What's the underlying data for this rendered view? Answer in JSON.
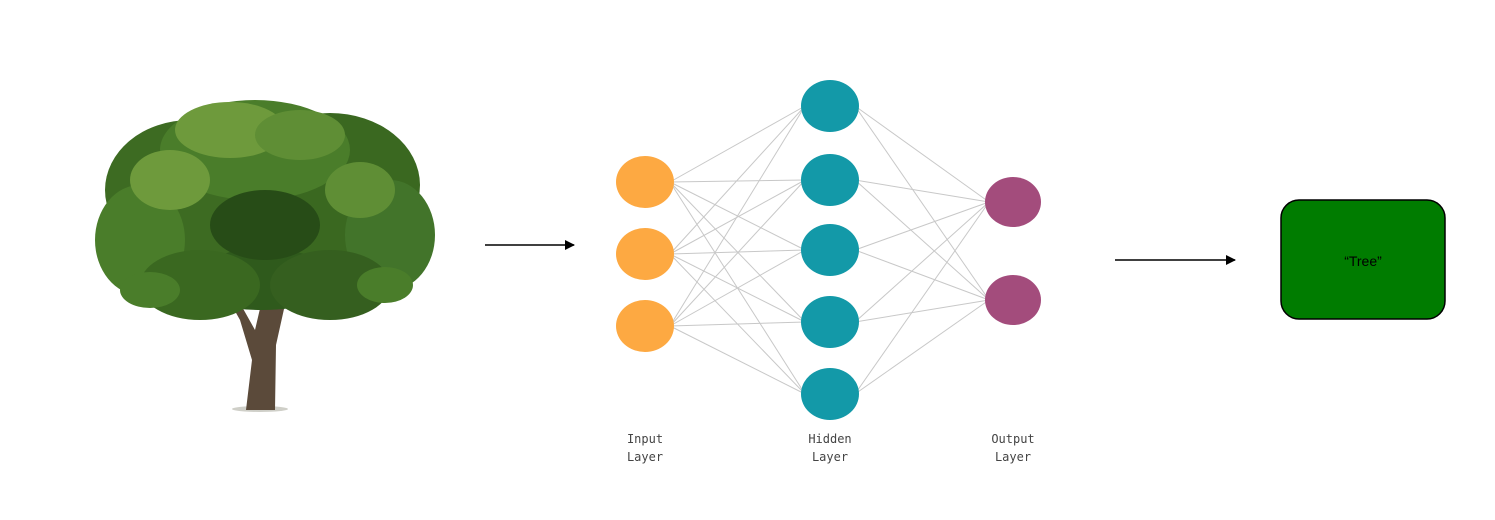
{
  "input_image": {
    "subject": "tree",
    "colors": {
      "foliage_dark": "#2f5a1c",
      "foliage_mid": "#4a7d2a",
      "foliage_light": "#6e9a3c",
      "trunk": "#5b4a3a"
    }
  },
  "network": {
    "layers": [
      {
        "name": "input",
        "label_line1": "Input",
        "label_line2": "Layer",
        "node_count": 3,
        "color": "#fda942"
      },
      {
        "name": "hidden",
        "label_line1": "Hidden",
        "label_line2": "Layer",
        "node_count": 5,
        "color": "#1399a8"
      },
      {
        "name": "output",
        "label_line1": "Output",
        "label_line2": "Layer",
        "node_count": 2,
        "color": "#a34c7c"
      }
    ],
    "connection_color": "#c8c8c8",
    "fully_connected": true
  },
  "arrow_color": "#000000",
  "output_box": {
    "text": "“Tree”",
    "fill": "#007c00",
    "border": "#000000"
  }
}
